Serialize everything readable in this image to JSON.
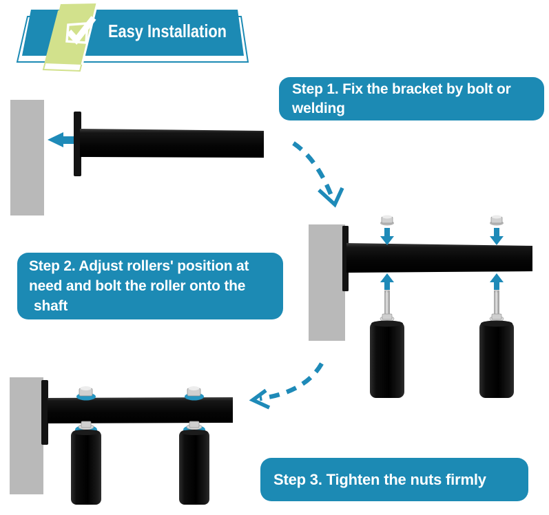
{
  "banner": {
    "title": "Easy Installation",
    "icon": "checkbox-check-icon"
  },
  "steps": [
    {
      "name": "step-1",
      "lines": [
        "Step 1. Fix the bracket by bolt or",
        "welding"
      ]
    },
    {
      "name": "step-2",
      "lines": [
        "Step 2. Adjust rollers' position at",
        "need and bolt the roller onto the",
        "shaft"
      ]
    },
    {
      "name": "step-3",
      "lines": [
        "Step 3. Tighten the nuts firmly"
      ]
    }
  ],
  "colors": {
    "teal": "#1c8ab4",
    "banner_green": "#d2e18c",
    "arrow_blue": "#1e8ab8",
    "wall_gray": "#b9b9b9",
    "metal_dark": "#0d0d0d",
    "hardware_silver": "#cfcfcf",
    "text": "#ffffff"
  }
}
